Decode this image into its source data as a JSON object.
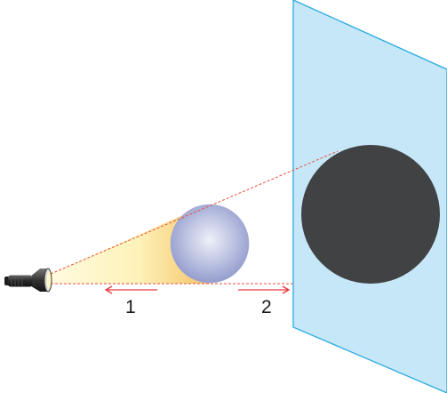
{
  "labels": {
    "arrow_1": "1",
    "arrow_2": "2"
  },
  "colors": {
    "screen_fill": "#c6e7f8",
    "screen_edge": "#29abe2",
    "shadow": "#414244",
    "ray": "#e8503a",
    "arrow": "#e8383d",
    "ball_light": "#e9ecf6",
    "ball_dark": "#8b95c9",
    "beam_light": "#fffbe0",
    "beam_mid": "#fdf2b8",
    "beam_dark": "#f4c36a"
  },
  "icons": {
    "light_source": "flashlight-icon",
    "object": "sphere",
    "screen": "screen-panel",
    "shadow": "shadow-disc"
  }
}
